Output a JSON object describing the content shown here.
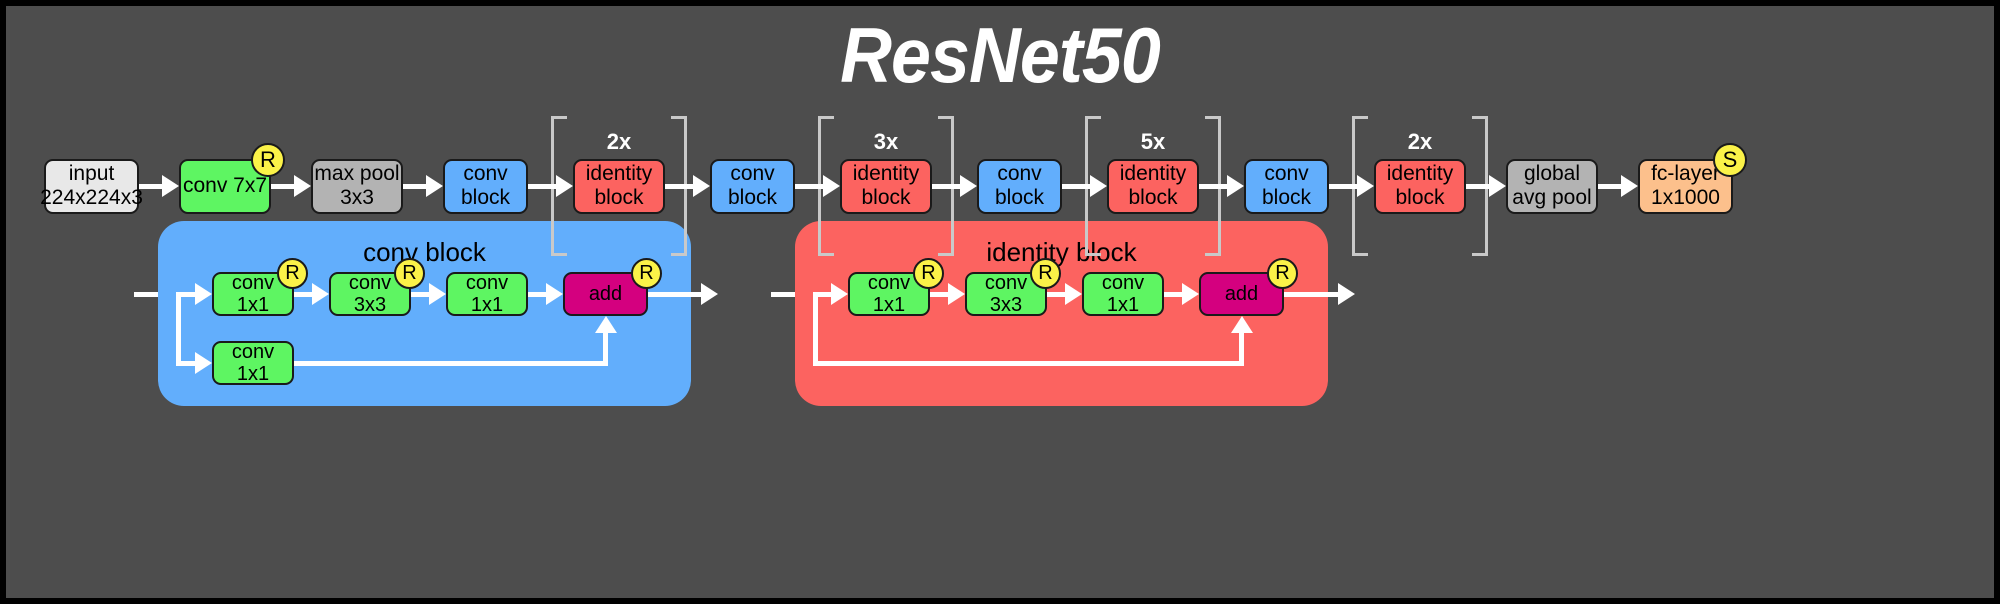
{
  "title": "ResNet50",
  "colors": {
    "background": "#4d4d4d",
    "conv_block": "#62aefc",
    "identity_block": "#fc6360",
    "conv_layer": "#5ef562",
    "add_node": "#d4007f",
    "badge": "#fbf248",
    "input": "#e8e8e8",
    "pool": "#b3b3b3",
    "fc_layer": "#fcc08c",
    "arrow": "#ffffff",
    "bracket": "#c9c9c9"
  },
  "pipeline": {
    "nodes": [
      {
        "id": "input",
        "label": "input\n224x224x3",
        "type": "input"
      },
      {
        "id": "conv7x7",
        "label": "conv 7x7",
        "type": "conv",
        "badge": "R"
      },
      {
        "id": "maxpool",
        "label": "max pool\n3x3",
        "type": "pool"
      },
      {
        "id": "convblock1",
        "label": "conv\nblock",
        "type": "conv-block"
      },
      {
        "id": "identity1",
        "label": "identity\nblock",
        "type": "identity-block",
        "repeat": "2x"
      },
      {
        "id": "convblock2",
        "label": "conv\nblock",
        "type": "conv-block"
      },
      {
        "id": "identity2",
        "label": "identity\nblock",
        "type": "identity-block",
        "repeat": "3x"
      },
      {
        "id": "convblock3",
        "label": "conv\nblock",
        "type": "conv-block"
      },
      {
        "id": "identity3",
        "label": "identity\nblock",
        "type": "identity-block",
        "repeat": "5x"
      },
      {
        "id": "convblock4",
        "label": "conv\nblock",
        "type": "conv-block"
      },
      {
        "id": "identity4",
        "label": "identity\nblock",
        "type": "identity-block",
        "repeat": "2x"
      },
      {
        "id": "globalavgpool",
        "label": "global\navg pool",
        "type": "pool"
      },
      {
        "id": "fclayer",
        "label": "fc-layer\n1x1000",
        "type": "fc",
        "badge": "S"
      }
    ]
  },
  "conv_block": {
    "title": "conv block",
    "main_path": [
      {
        "label": "conv 1x1",
        "badge": "R"
      },
      {
        "label": "conv 3x3",
        "badge": "R"
      },
      {
        "label": "conv 1x1",
        "badge": ""
      },
      {
        "label": "add",
        "badge": "R"
      }
    ],
    "skip_path": [
      {
        "label": "conv 1x1",
        "badge": ""
      }
    ]
  },
  "identity_block": {
    "title": "identity block",
    "main_path": [
      {
        "label": "conv 1x1",
        "badge": "R"
      },
      {
        "label": "conv 3x3",
        "badge": "R"
      },
      {
        "label": "conv 1x1",
        "badge": ""
      },
      {
        "label": "add",
        "badge": "R"
      }
    ],
    "skip_path": []
  },
  "legend": {
    "relu_badge": "R",
    "softmax_badge": "S"
  }
}
